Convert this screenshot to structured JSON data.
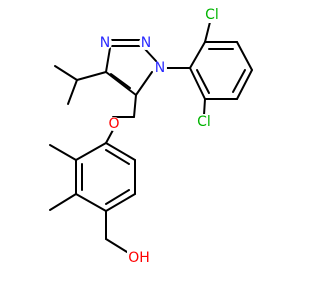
{
  "molecule": {
    "atoms": [
      {
        "id": "N1",
        "label": "N",
        "color": "#2a2aff"
      },
      {
        "id": "N2",
        "label": "N",
        "color": "#2a2aff"
      },
      {
        "id": "N3",
        "label": "N",
        "color": "#2a2aff"
      },
      {
        "id": "O1",
        "label": "O",
        "color": "#ff0000"
      },
      {
        "id": "OH",
        "label": "OH",
        "color": "#ff0000"
      },
      {
        "id": "Cl1",
        "label": "Cl",
        "color": "#00b400"
      },
      {
        "id": "Cl2",
        "label": "Cl",
        "color": "#00b400"
      }
    ],
    "bond_color": "#000000"
  }
}
